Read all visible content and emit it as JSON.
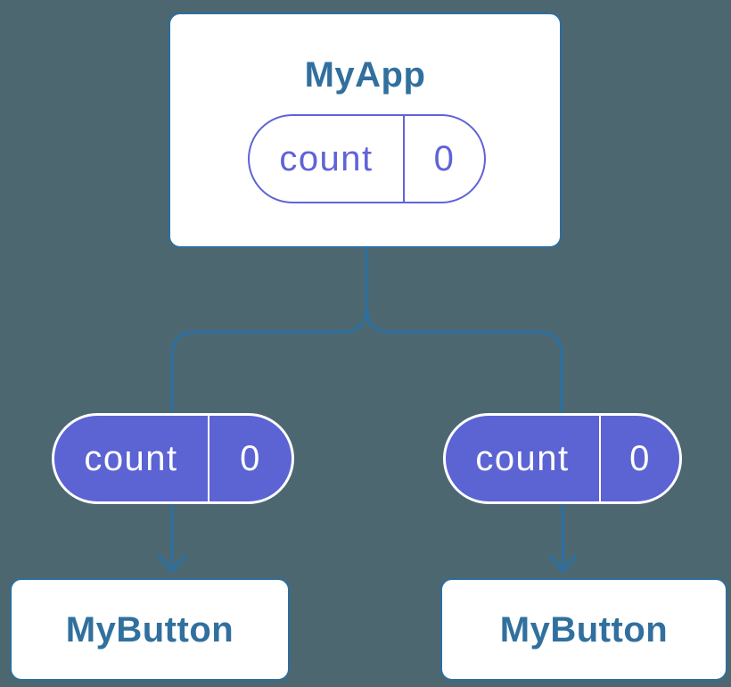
{
  "diagram": {
    "type": "component-tree",
    "parent": {
      "label": "MyApp",
      "state": {
        "name": "count",
        "value": "0"
      }
    },
    "children": [
      {
        "label": "MyButton",
        "prop": {
          "name": "count",
          "value": "0"
        }
      },
      {
        "label": "MyButton",
        "prop": {
          "name": "count",
          "value": "0"
        }
      }
    ],
    "colors": {
      "background": "#4c6770",
      "card_fill": "#ffffff",
      "card_border": "#2e6f9c",
      "card_text": "#31709e",
      "connector": "#2e6f9c",
      "state_pill_outline": "#5f63d8",
      "state_pill_fill": "#ffffff",
      "prop_pill_fill": "#5c63d3",
      "prop_pill_text": "#ffffff"
    }
  }
}
